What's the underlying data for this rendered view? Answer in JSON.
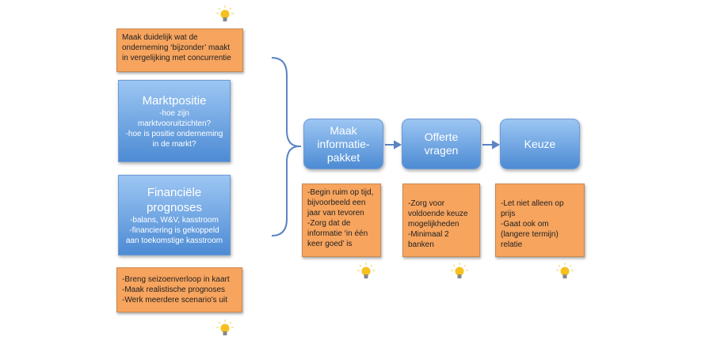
{
  "left": {
    "top_note": "Maak duidelijk wat de onderneming ‘bijzonder’ maakt in vergelijking met concurrentie",
    "markt": {
      "title": "Marktpositie",
      "text": "-hoe zijn\nmarktvooruitzichten?\n-hoe is positie onderneming\nin de markt?"
    },
    "fin": {
      "title": "Financiële\nprognoses",
      "text": "-balans, W&V, kasstroom\n-financiering is gekoppeld\naan toekomstige kasstroom"
    },
    "bottom_note": "-Breng seizoenverloop in kaart\n-Maak realistische prognoses\n-Werk meerdere scenario’s uit"
  },
  "steps": [
    {
      "label": "Maak\ninformatie-\npakket",
      "note": "-Begin ruim op tijd,\nbijvoorbeeld een\njaar van tevoren\n-Zorg dat de\ninformatie ‘in één\nkeer goed’ is"
    },
    {
      "label": "Offerte\nvragen",
      "note": "-Zorg voor\nvoldoende keuze\nmogelijkheden\n-Minimaal 2\nbanken"
    },
    {
      "label": "Keuze",
      "note": "-Let niet alleen op\nprijs\n-Gaat ook om\n(langere termijn)\nrelatie"
    }
  ],
  "icons": {
    "bulb": "lightbulb-icon"
  },
  "colors": {
    "orange": "#f7a45e",
    "blue": "#4d8bd4",
    "connector": "#5b84c4"
  }
}
